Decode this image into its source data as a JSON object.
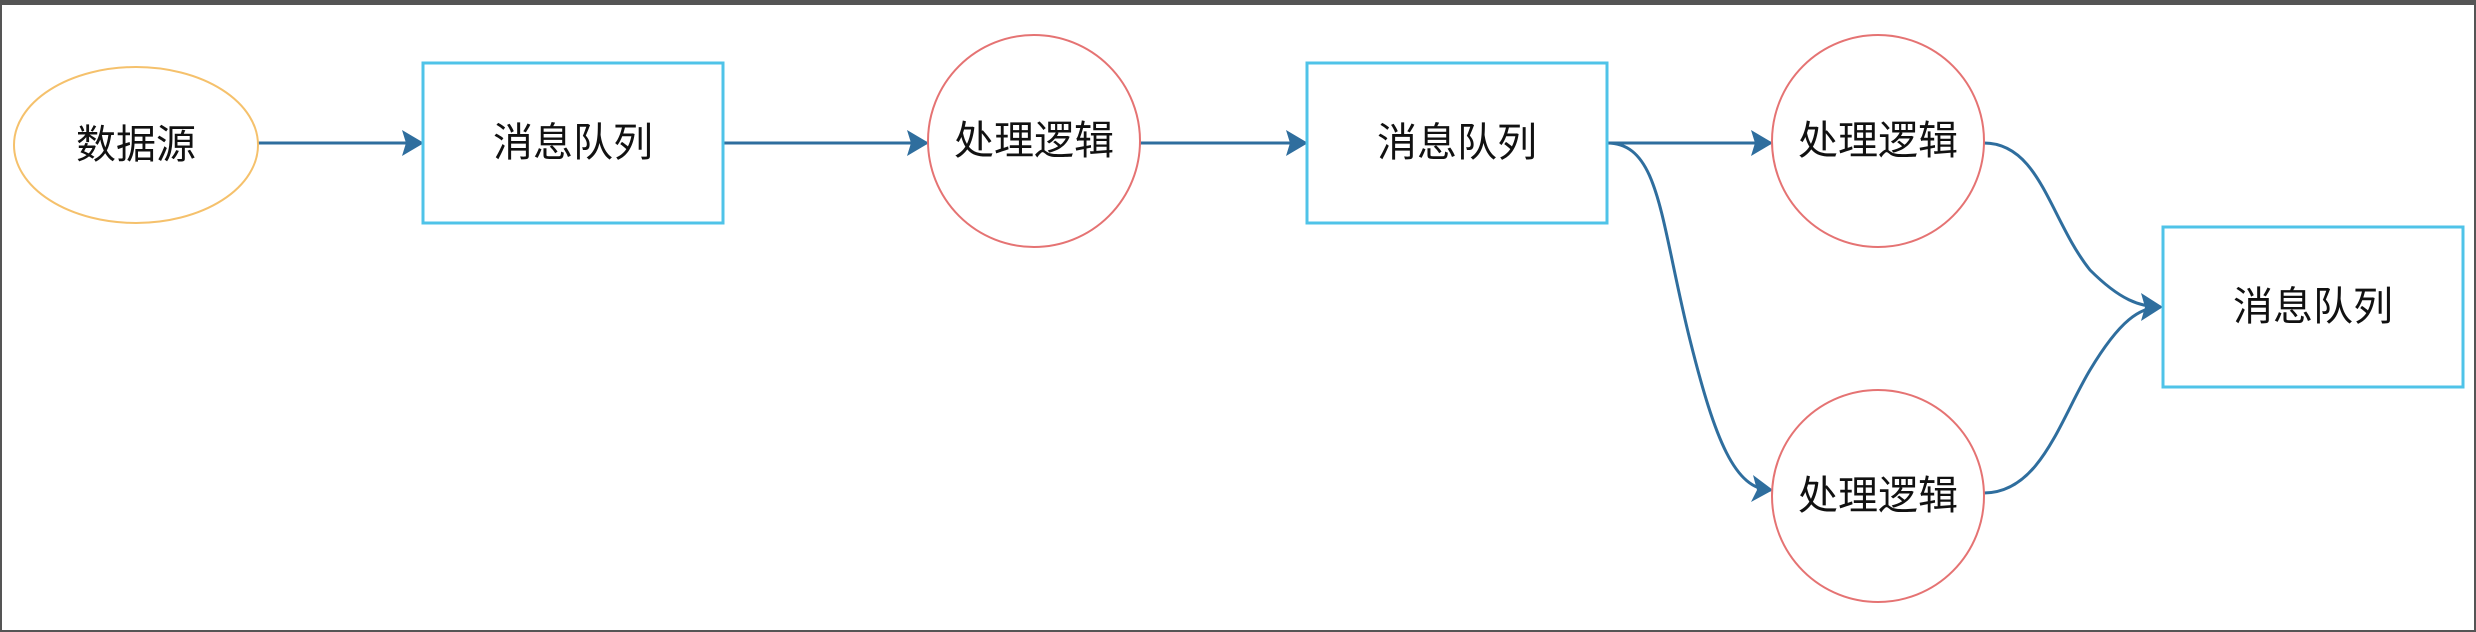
{
  "diagram": {
    "colors": {
      "edge": "#2f6e9e",
      "source_stroke": "#f5c16c",
      "queue_stroke": "#4fc3e8",
      "process_stroke": "#e57373",
      "frame_border": "#555555"
    },
    "nodes": [
      {
        "id": "source",
        "label": "数据源",
        "shape": "ellipse"
      },
      {
        "id": "queue-1",
        "label": "消息队列",
        "shape": "rect"
      },
      {
        "id": "process-1",
        "label": "处理逻辑",
        "shape": "circle"
      },
      {
        "id": "queue-2",
        "label": "消息队列",
        "shape": "rect"
      },
      {
        "id": "process-2",
        "label": "处理逻辑",
        "shape": "circle"
      },
      {
        "id": "process-3",
        "label": "处理逻辑",
        "shape": "circle"
      },
      {
        "id": "queue-3",
        "label": "消息队列",
        "shape": "rect"
      }
    ],
    "edges": [
      {
        "from": "source",
        "to": "queue-1"
      },
      {
        "from": "queue-1",
        "to": "process-1"
      },
      {
        "from": "process-1",
        "to": "queue-2"
      },
      {
        "from": "queue-2",
        "to": "process-2"
      },
      {
        "from": "queue-2",
        "to": "process-3"
      },
      {
        "from": "process-2",
        "to": "queue-3"
      },
      {
        "from": "process-3",
        "to": "queue-3"
      }
    ]
  }
}
